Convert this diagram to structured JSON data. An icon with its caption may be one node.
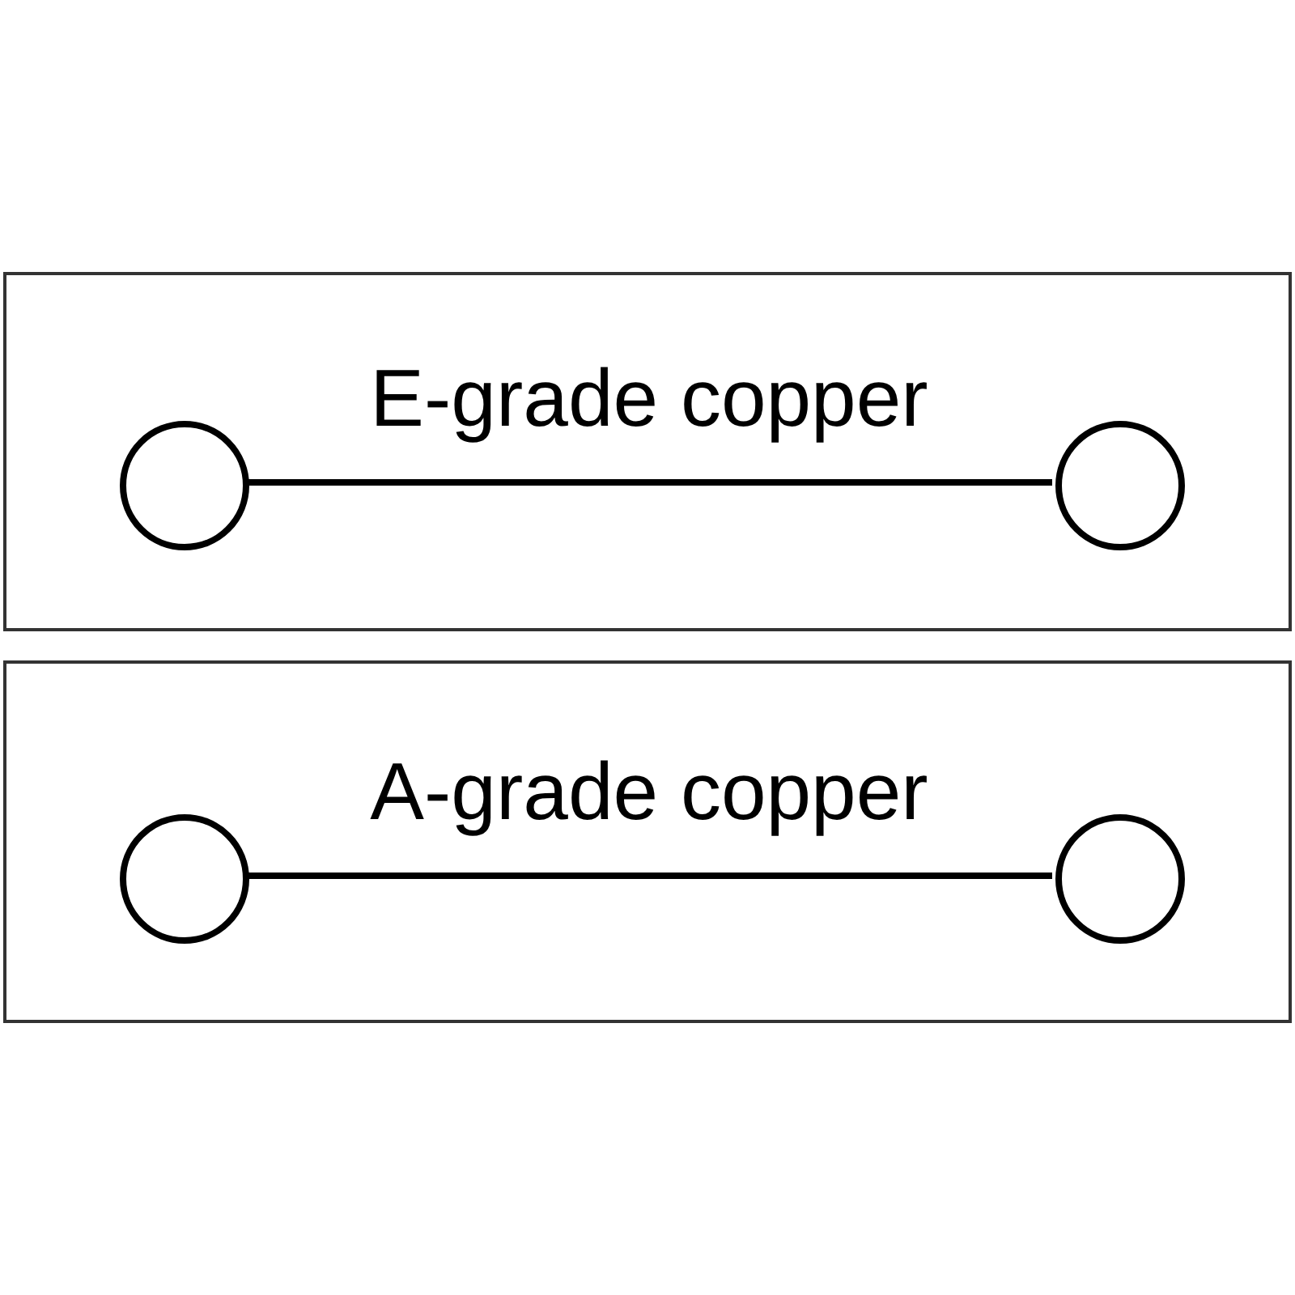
{
  "diagram": {
    "nodes": [
      {
        "text": [],
        "shape": "box"
      },
      {
        "text": [],
        "shape": "circle",
        "in": 0
      },
      {
        "text": [],
        "shape": "circle",
        "in": 0
      },
      {
        "text": [],
        "shape": "box"
      },
      {
        "text": [],
        "shape": "circle",
        "in": 3
      },
      {
        "text": [],
        "shape": "circle",
        "in": 3
      }
    ],
    "edges": [
      {
        "from": 1,
        "to": 2,
        "arrow": "none",
        "label": "E-grade copper"
      },
      {
        "from": 4,
        "to": 5,
        "arrow": "none",
        "label": "A-grade copper"
      }
    ]
  }
}
